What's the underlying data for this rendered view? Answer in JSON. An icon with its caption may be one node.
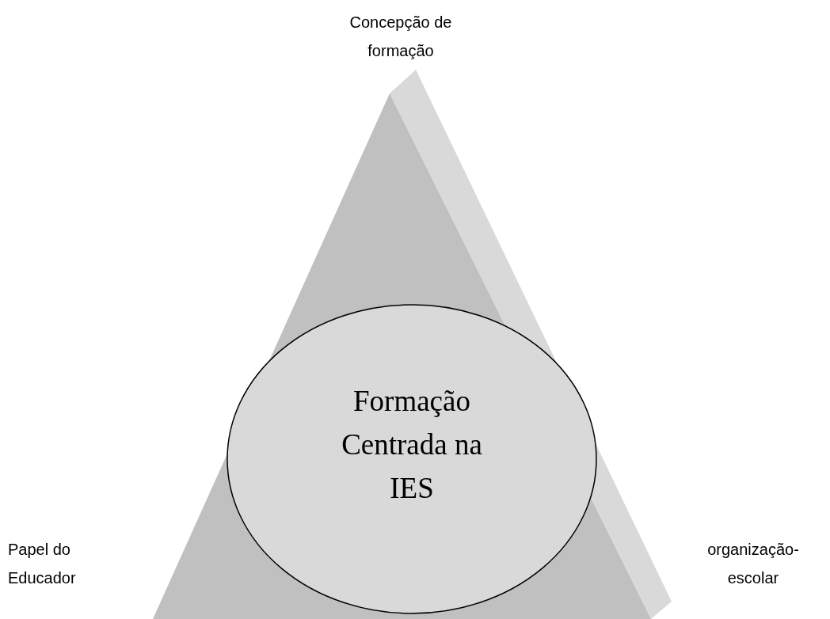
{
  "diagram": {
    "nodes": [
      {
        "text": [],
        "shape": "pyramid"
      },
      {
        "text": [
          "Formação Centrada na IES"
        ],
        "in": 0
      }
    ],
    "labels": [
      "Concepção de formação",
      "Papel do Educador",
      "organização- escolar"
    ]
  }
}
